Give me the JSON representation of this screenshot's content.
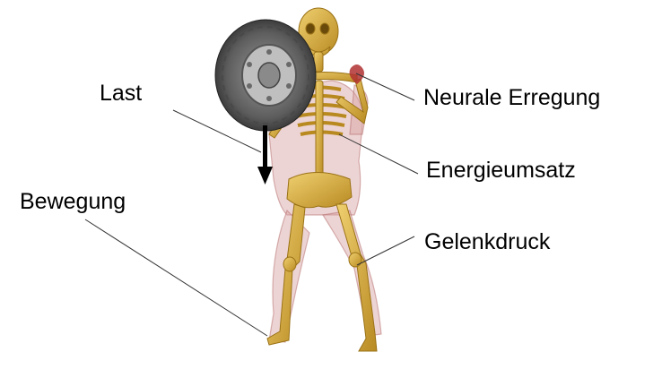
{
  "labels": {
    "last": "Last",
    "bewegung": "Bewegung",
    "neurale_erregung": "Neurale Erregung",
    "energieumsatz": "Energieumsatz",
    "gelenkdruck": "Gelenkdruck"
  },
  "colors": {
    "bone": "#d9b13f",
    "bone_dark": "#a67c1c",
    "muscle": "#c98a8a",
    "tire": "#5a5a5a",
    "rim": "#c8c8c8",
    "arrow": "#000000",
    "leader_line": "#333333"
  },
  "icons": {
    "figure": "skeleton-muscle-figure",
    "load": "tire-icon",
    "force": "down-arrow-icon"
  }
}
